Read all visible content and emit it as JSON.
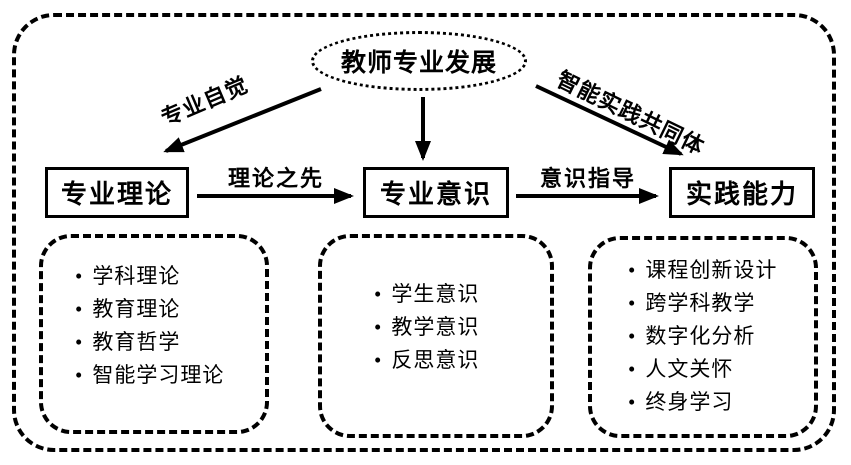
{
  "diagram": {
    "title": "教师专业发展",
    "colors": {
      "ink": "#000000",
      "background": "#ffffff"
    },
    "nodes": {
      "theory": {
        "label": "专业理论"
      },
      "awareness": {
        "label": "专业意识"
      },
      "practice": {
        "label": "实践能力"
      }
    },
    "edges": {
      "root_to_theory": {
        "label": "专业自觉"
      },
      "root_to_awareness": {
        "label": ""
      },
      "root_to_practice": {
        "label": "智能实践共同体"
      },
      "theory_to_awareness": {
        "label": "理论之先"
      },
      "awareness_to_practice": {
        "label": "意识指导"
      }
    },
    "lists": {
      "theory": {
        "items": [
          "学科理论",
          "教育理论",
          "教育哲学",
          "智能学习理论"
        ]
      },
      "awareness": {
        "items": [
          "学生意识",
          "教学意识",
          "反思意识"
        ]
      },
      "practice": {
        "items": [
          "课程创新设计",
          "跨学科教学",
          "数字化分析",
          "人文关怀",
          "终身学习"
        ]
      }
    }
  }
}
